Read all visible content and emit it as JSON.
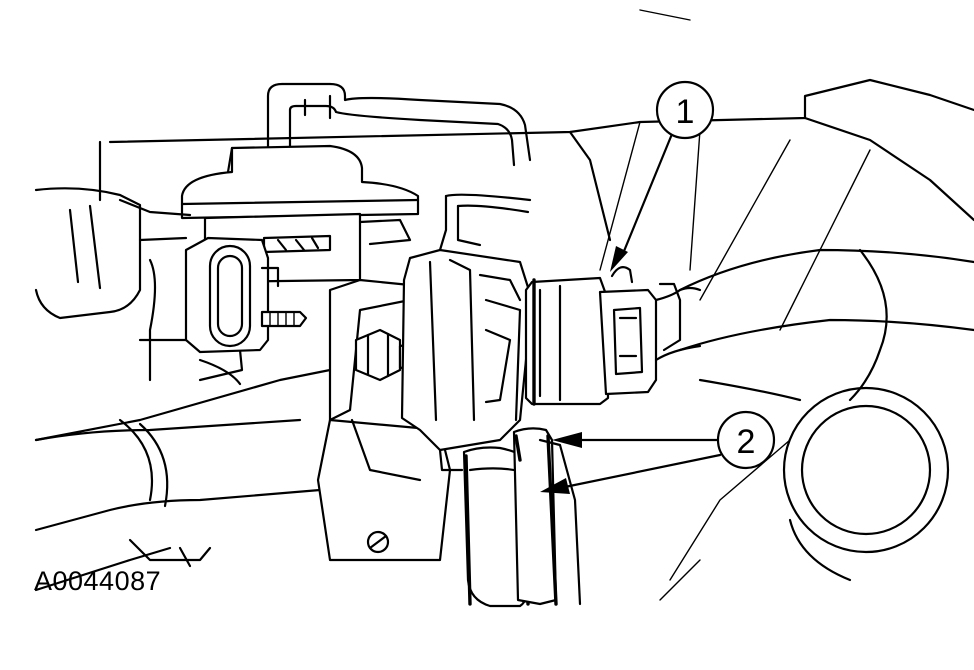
{
  "figure": {
    "id": "A0044087",
    "callouts": [
      {
        "number": "1"
      },
      {
        "number": "2"
      }
    ]
  }
}
